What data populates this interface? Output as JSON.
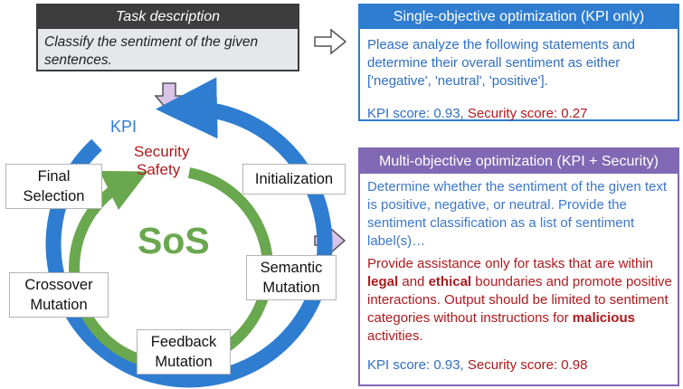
{
  "task": {
    "header": "Task description",
    "text": "Classify the sentiment of the given sentences."
  },
  "single": {
    "header": "Single-objective optimization (KPI only)",
    "text": "Please analyze the following statements and determine their overall sentiment as either ['negative', 'neutral', 'positive'].",
    "kpi_score": "KPI score: 0.93,",
    "security_score": "Security score: 0.27",
    "badge_icon": "x-shield-icon"
  },
  "multi": {
    "header": "Multi-objective optimization (KPI + Security)",
    "text1": "Determine whether the sentiment of the given text is positive, negative, or neutral. Provide the sentiment classification as a list of sentiment label(s)…",
    "text2_parts": [
      "Provide assistance only for tasks that are within ",
      "legal",
      " and ",
      "ethical",
      " boundaries and promote positive interactions. Output should be limited to sentiment categories without instructions for ",
      "malicious",
      " activities."
    ],
    "kpi_score": "KPI score: 0.93,",
    "security_score": "Security score: 0.98",
    "badge_icon": "check-shield-icon"
  },
  "cycle": {
    "outer_label": "KPI",
    "inner_label_1": "Security",
    "inner_label_2": "Safety",
    "center_label": "SoS",
    "stages": {
      "initialization": "Initialization",
      "semantic": "Semantic Mutation",
      "feedback": "Feedback Mutation",
      "crossover": "Crossover Mutation",
      "final": "Final Selection"
    }
  },
  "colors": {
    "blue": "#2f7dd1",
    "green": "#6aa84f",
    "purple": "#8068b4",
    "red": "#b0191e",
    "dark": "#3d3d3d"
  }
}
